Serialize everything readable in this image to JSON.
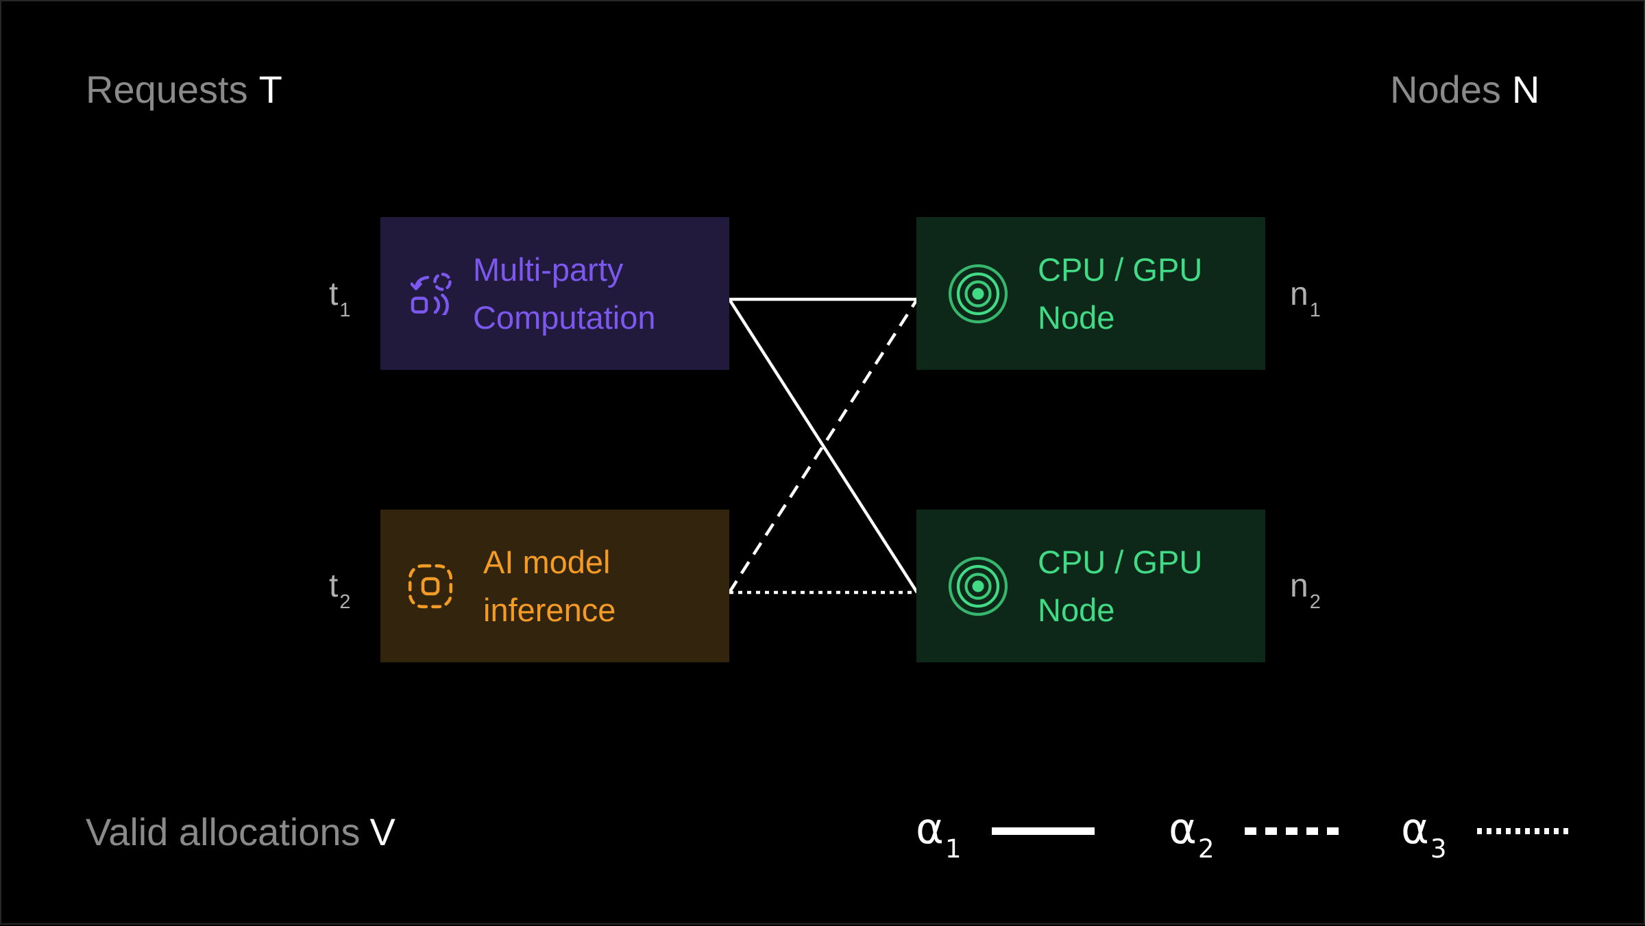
{
  "header": {
    "left": {
      "label": "Requests",
      "symbol": "T"
    },
    "right": {
      "label": "Nodes",
      "symbol": "N"
    }
  },
  "footer": {
    "label": "Valid allocations",
    "symbol": "V"
  },
  "requests": [
    {
      "id": "t1",
      "tag_base": "t",
      "tag_sub": "1",
      "title_line1": "Multi-party",
      "title_line2": "Computation",
      "icon": "mpc-icon",
      "bg": "#211a3c",
      "color": "#7d58ef"
    },
    {
      "id": "t2",
      "tag_base": "t",
      "tag_sub": "2",
      "title_line1": "AI model",
      "title_line2": "inference",
      "icon": "ai-model-icon",
      "bg": "#33250d",
      "color": "#f49b26"
    }
  ],
  "nodes": [
    {
      "id": "n1",
      "tag_base": "n",
      "tag_sub": "1",
      "title_line1": "CPU / GPU",
      "title_line2": "Node",
      "icon": "concentric-rings-icon",
      "bg": "#0d2718",
      "color": "#42db85"
    },
    {
      "id": "n2",
      "tag_base": "n",
      "tag_sub": "2",
      "title_line1": "CPU / GPU",
      "title_line2": "Node",
      "icon": "concentric-rings-icon",
      "bg": "#0d2718",
      "color": "#42db85"
    }
  ],
  "edges": [
    {
      "from": "t1",
      "to": "n1",
      "style": "solid",
      "allocation": "α1"
    },
    {
      "from": "t1",
      "to": "n2",
      "style": "solid",
      "allocation": "α1"
    },
    {
      "from": "t2",
      "to": "n1",
      "style": "dashed",
      "allocation": "α2"
    },
    {
      "from": "t2",
      "to": "n2",
      "style": "dotted",
      "allocation": "α3"
    }
  ],
  "legend": [
    {
      "symbol": "α",
      "sub": "1",
      "style": "solid"
    },
    {
      "symbol": "α",
      "sub": "2",
      "style": "dashed"
    },
    {
      "symbol": "α",
      "sub": "3",
      "style": "dotted"
    }
  ],
  "colors": {
    "background": "#000000",
    "border": "#262626",
    "muted_text": "#8a8a8a",
    "tag_text": "#b0b0b0",
    "edge": "#ffffff",
    "purple_bg": "#211a3c",
    "purple_fg": "#7d58ef",
    "orange_bg": "#33250d",
    "orange_fg": "#f49b26",
    "green_bg": "#0d2718",
    "green_fg": "#42db85"
  }
}
